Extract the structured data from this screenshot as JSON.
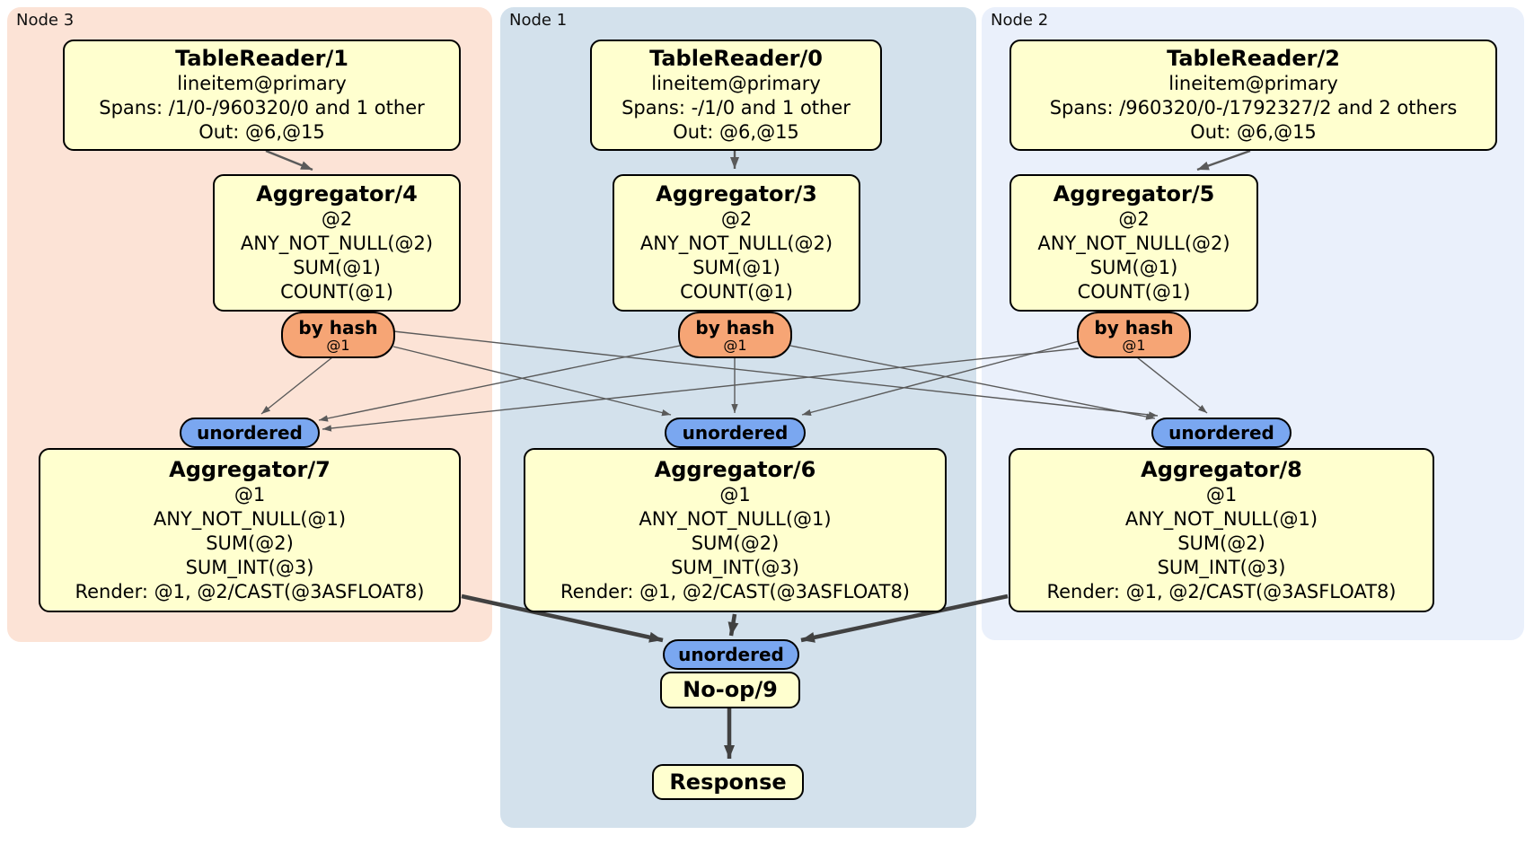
{
  "regions": {
    "node3": {
      "label": "Node 3"
    },
    "node1": {
      "label": "Node 1"
    },
    "node2": {
      "label": "Node 2"
    }
  },
  "boxes": {
    "tr1": {
      "title": "TableReader/1",
      "lines": [
        "lineitem@primary",
        "Spans: /1/0-/960320/0 and 1 other",
        "Out: @6,@15"
      ]
    },
    "tr0": {
      "title": "TableReader/0",
      "lines": [
        "lineitem@primary",
        "Spans: -/1/0 and 1 other",
        "Out: @6,@15"
      ]
    },
    "tr2": {
      "title": "TableReader/2",
      "lines": [
        "lineitem@primary",
        "Spans: /960320/0-/1792327/2 and 2 others",
        "Out: @6,@15"
      ]
    },
    "agg4": {
      "title": "Aggregator/4",
      "lines": [
        "@2",
        "ANY_NOT_NULL(@2)",
        "SUM(@1)",
        "COUNT(@1)"
      ]
    },
    "agg3": {
      "title": "Aggregator/3",
      "lines": [
        "@2",
        "ANY_NOT_NULL(@2)",
        "SUM(@1)",
        "COUNT(@1)"
      ]
    },
    "agg5": {
      "title": "Aggregator/5",
      "lines": [
        "@2",
        "ANY_NOT_NULL(@2)",
        "SUM(@1)",
        "COUNT(@1)"
      ]
    },
    "agg7": {
      "title": "Aggregator/7",
      "lines": [
        "@1",
        "ANY_NOT_NULL(@1)",
        "SUM(@2)",
        "SUM_INT(@3)",
        "Render: @1, @2/CAST(@3ASFLOAT8)"
      ]
    },
    "agg6": {
      "title": "Aggregator/6",
      "lines": [
        "@1",
        "ANY_NOT_NULL(@1)",
        "SUM(@2)",
        "SUM_INT(@3)",
        "Render: @1, @2/CAST(@3ASFLOAT8)"
      ]
    },
    "agg8": {
      "title": "Aggregator/8",
      "lines": [
        "@1",
        "ANY_NOT_NULL(@1)",
        "SUM(@2)",
        "SUM_INT(@3)",
        "Render: @1, @2/CAST(@3ASFLOAT8)"
      ]
    },
    "noop": {
      "title": "No-op/9"
    },
    "response": {
      "title": "Response"
    }
  },
  "routers": {
    "by_hash": {
      "label": "by hash",
      "stage": "@1"
    },
    "unordered": {
      "label": "unordered"
    }
  },
  "colors": {
    "node3_bg": "#fce3d6",
    "node1_bg": "#d3e1ec",
    "node2_bg": "#eaf0fb",
    "box_fill": "#ffffcf",
    "by_hash_fill": "#f6a575",
    "unordered_fill": "#7aa7f0",
    "edge_thin": "#5a5a5a",
    "edge_thick": "#414141"
  }
}
